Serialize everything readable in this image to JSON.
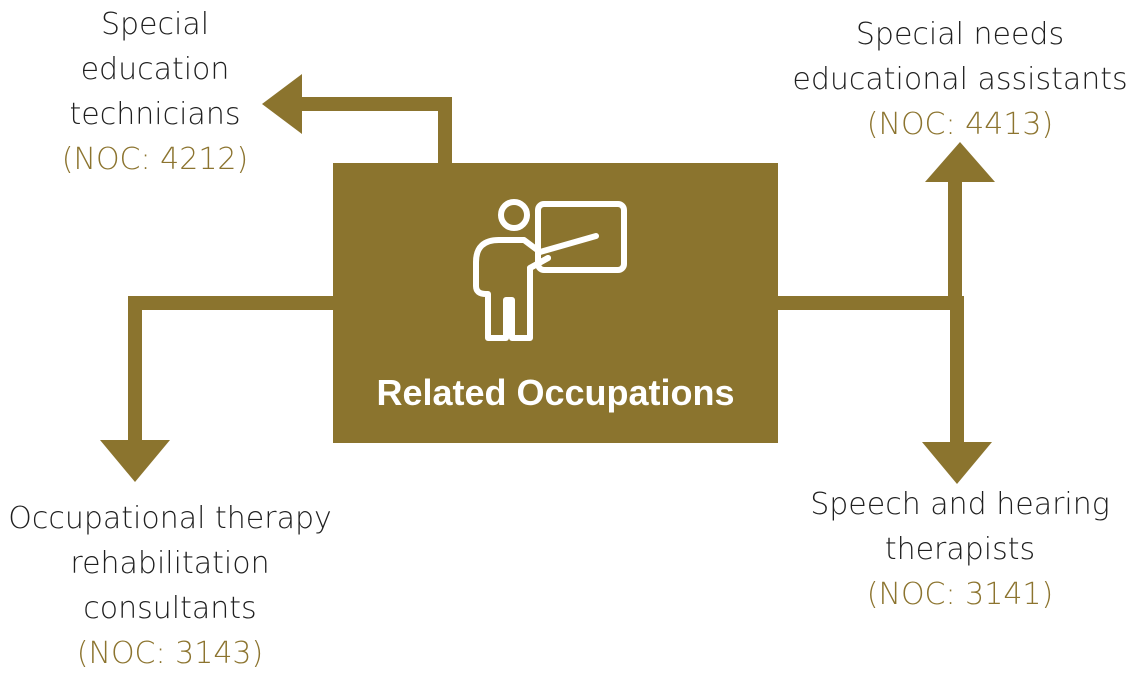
{
  "colors": {
    "accent": "#8b742e",
    "text": "#1f1f1f",
    "noc_text": "#8c742f",
    "box_text": "#ffffff"
  },
  "center": {
    "title": "Related Occupations",
    "icon": "teacher-at-board-icon"
  },
  "occupations": {
    "top_left": {
      "lines": [
        "Special",
        "education",
        "technicians"
      ],
      "noc": "(NOC: 4212)"
    },
    "top_right": {
      "lines": [
        "Special needs",
        "educational assistants"
      ],
      "noc": "(NOC: 4413)"
    },
    "bottom_left": {
      "lines": [
        "Occupational therapy",
        "rehabilitation",
        "consultants"
      ],
      "noc": "(NOC: 3143)"
    },
    "bottom_right": {
      "lines": [
        "Speech and hearing",
        "therapists"
      ],
      "noc": "(NOC: 3141)"
    }
  }
}
